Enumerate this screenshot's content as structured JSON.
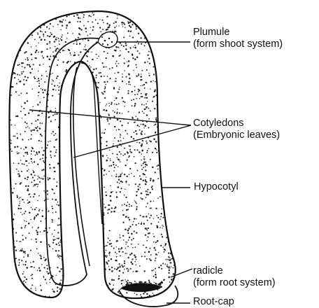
{
  "diagram": {
    "colors": {
      "outline": "#111111",
      "stipple": "#222222",
      "background": "#ffffff"
    },
    "labels": {
      "plumule": {
        "line1": "Plumule",
        "line2": "(form shoot system)"
      },
      "cotyledons": {
        "line1": "Cotyledons",
        "line2": "(Embryonic leaves)"
      },
      "hypocotyl": {
        "line1": "Hypocotyl"
      },
      "radicle": {
        "line1": "radicle",
        "line2": "(form root system)"
      },
      "rootcap": {
        "line1": "Root-cap"
      }
    }
  }
}
